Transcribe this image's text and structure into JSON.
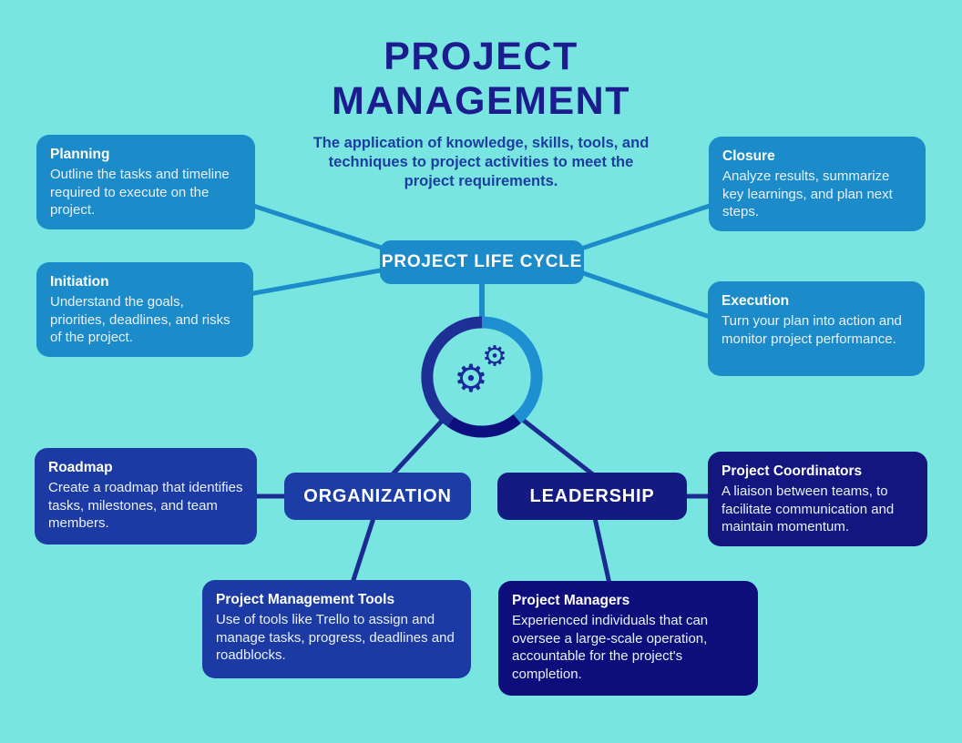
{
  "title": {
    "line1": "PROJECT",
    "line2": "MANAGEMENT"
  },
  "subtitle": "The application of knowledge, skills, tools, and techniques to project activities to meet the project requirements.",
  "center_node": {
    "label": "PROJECT LIFE CYCLE"
  },
  "branch_nodes": {
    "organization": {
      "label": "ORGANIZATION"
    },
    "leadership": {
      "label": "LEADERSHIP"
    }
  },
  "life_cycle_boxes": [
    {
      "id": "planning",
      "title": "Planning",
      "body": "Outline the tasks and timeline required to execute on the project."
    },
    {
      "id": "initiation",
      "title": "Initiation",
      "body": "Understand the goals, priorities, deadlines, and risks of the project."
    },
    {
      "id": "closure",
      "title": "Closure",
      "body": "Analyze results, summarize key learnings, and plan next steps."
    },
    {
      "id": "execution",
      "title": "Execution",
      "body": "Turn your plan into action and monitor project performance."
    }
  ],
  "detail_boxes": [
    {
      "id": "roadmap",
      "title": "Roadmap",
      "body": "Create a roadmap that identifies tasks, milestones, and team members."
    },
    {
      "id": "pm-tools",
      "title": "Project Management Tools",
      "body": "Use of tools like Trello to assign and manage tasks, progress, deadlines and roadblocks."
    },
    {
      "id": "project-managers",
      "title": "Project Managers",
      "body": "Experienced individuals that can oversee a large-scale operation, accountable for the project's completion."
    },
    {
      "id": "project-coordinators",
      "title": "Project Coordinators",
      "body": "A liaison between teams, to facilitate communication and maintain momentum."
    }
  ],
  "icons": {
    "gear": "⚙"
  },
  "colors": {
    "background": "#79e5e1",
    "medium-blue": "#1b8cc9",
    "royal-blue": "#1c3aa4",
    "organization-blue": "#1c3ca6",
    "leadership-navy": "#131a82",
    "dark-navy": "#0d0e7c",
    "navy-2": "#12167e",
    "title-navy": "#1b1c8d",
    "subtitle-blue": "#1d3ea0",
    "line-navy": "#1b2b92",
    "ring-right": "#1e8fd0",
    "ring-left": "#1e2f96",
    "ring-bottom": "#0c107e",
    "gear-navy": "#1b2a9b",
    "text-white": "#ffffff"
  }
}
